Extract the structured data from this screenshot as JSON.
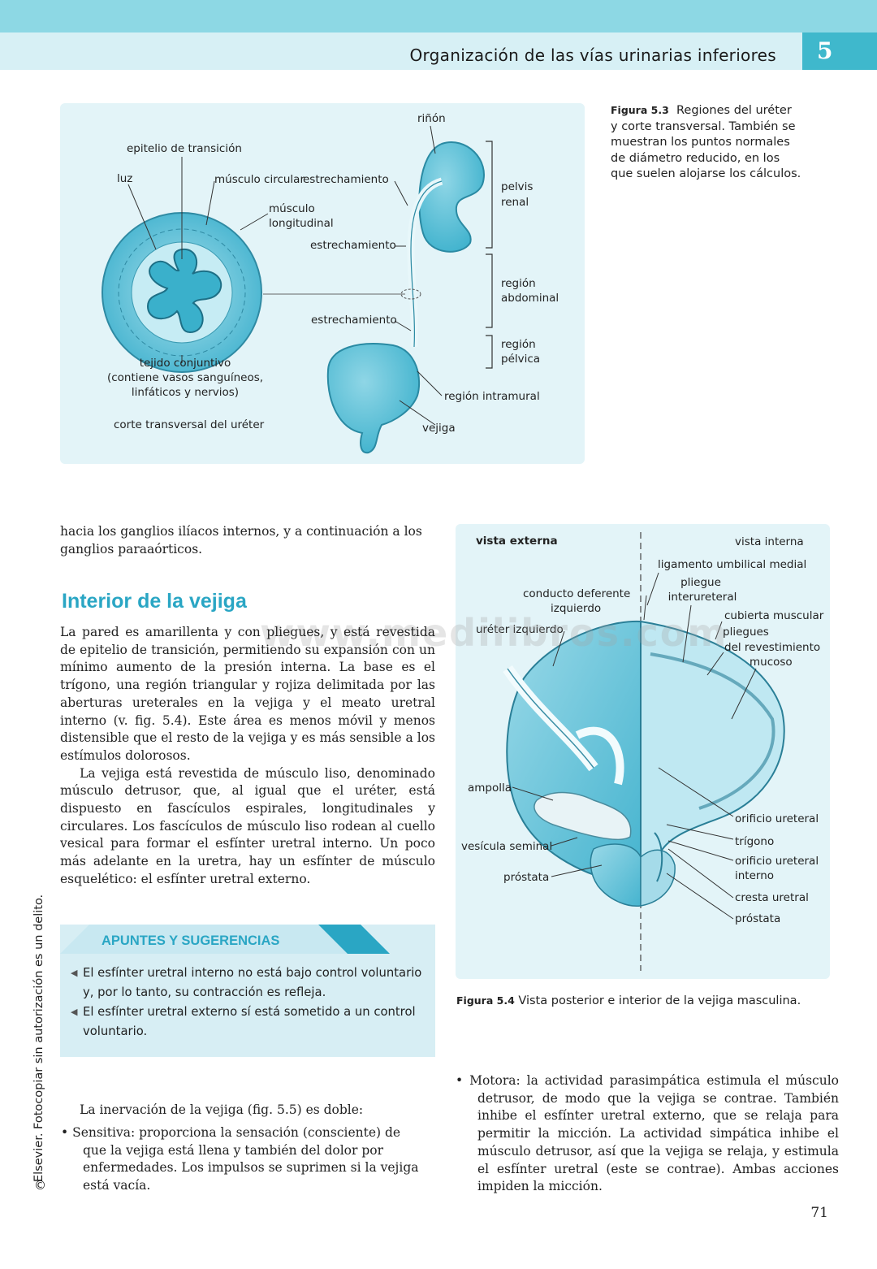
{
  "header": {
    "title": "Organización de las vías urinarias inferiores",
    "chapter": "5"
  },
  "fig53": {
    "labels": {
      "epitelio": "epitelio de transición",
      "luz": "luz",
      "musculo_circular": "músculo circular",
      "estrechamiento_top": "estrechamiento",
      "musculo_longitudinal_1": "músculo",
      "musculo_longitudinal_2": "longitudinal",
      "estrechamiento_mid": "estrechamiento",
      "rinon": "riñón",
      "pelvis_1": "pelvis",
      "pelvis_2": "renal",
      "region_abdominal_1": "región",
      "region_abdominal_2": "abdominal",
      "region_pelvica_1": "región",
      "region_pelvica_2": "pélvica",
      "estrechamiento_low": "estrechamiento",
      "tejido_1": "tejido conjuntivo",
      "tejido_2": "(contiene vasos sanguíneos,",
      "tejido_3": "linfáticos y nervios)",
      "region_intramural": "región intramural",
      "corte": "corte transversal del uréter",
      "vejiga": "vejiga"
    },
    "caption_label": "Figura 5.3",
    "caption_lines": [
      "Regiones del uréter",
      "y corte transversal. También se",
      "muestran los puntos normales",
      "de diámetro reducido, en los",
      "que suelen alojarse los cálculos."
    ]
  },
  "fig54": {
    "labels": {
      "vista_externa": "vista externa",
      "vista_interna": "vista interna",
      "ligamento": "ligamento umbilical medial",
      "pliegue_1": "pliegue",
      "pliegue_2": "interureteral",
      "conducto_1": "conducto deferente",
      "conducto_2": "izquierdo",
      "cubierta": "cubierta muscular",
      "ureter_izq": "uréter izquierdo",
      "pliegues_1": "pliegues",
      "pliegues_2": "del revestimiento",
      "pliegues_3": "mucoso",
      "ampolla": "ampolla",
      "orificio_1": "orificio ureteral",
      "trigono": "trígono",
      "vesicula": "vesícula seminal",
      "orificio_int_1": "orificio ureteral",
      "orificio_int_2": "interno",
      "prostata_left": "próstata",
      "cresta": "cresta uretral",
      "prostata_right": "próstata"
    },
    "caption_label": "Figura 5.4",
    "caption_text": "Vista posterior e interior de la vejiga masculina."
  },
  "watermark": "www.medilibros.com",
  "left_col": {
    "intro_lines": [
      "hacia los ganglios ilíacos internos, y a continuación a los",
      "ganglios paraaórticos."
    ],
    "heading": "Interior de la vejiga",
    "para1": "La pared es amarillenta y con pliegues, y está revestida de epitelio de transición, permitiendo su expansión con un mínimo aumento de la presión interna. La base es el trígono, una región triangular y rojiza delimitada por las aberturas ureterales en la vejiga y el meato uretral interno (v. fig. 5.4). Este área es menos móvil y menos distensible que el resto de la vejiga y es más sensible a los estímulos dolorosos.",
    "para2": "La vejiga está revestida de músculo liso, denominado músculo detrusor, que, al igual que el uréter, está dispuesto en fascículos espirales, longitudinales y circulares. Los fascículos de músculo liso rodean al cuello vesical para formar el esfínter uretral interno. Un poco más adelante en la uretra, hay un esfínter de músculo esquelético: el esfínter uretral externo.",
    "tips_title": "APUNTES Y SUGERENCIAS",
    "tips": [
      "El esfínter uretral interno no está bajo control voluntario y, por lo tanto, su contracción es refleja.",
      "El esfínter uretral externo sí está sometido a un control voluntario."
    ],
    "innervation_intro": "La inervación de la vejiga (fig. 5.5) es doble:",
    "sensitiva": "• Sensitiva: proporciona la sensación (consciente) de que la vejiga está llena y también del dolor por enfermedades. Los impulsos se suprimen si la vejiga está vacía."
  },
  "right_col": {
    "motora": "• Motora: la actividad parasimpática estimula el músculo detrusor, de modo que la vejiga se contrae. También inhibe el esfínter uretral externo, que se relaja para permitir la micción. La actividad simpática inhibe el músculo detrusor, así que la vejiga se relaja, y estimula el esfínter uretral (este se contrae). Ambas acciones impiden la micción."
  },
  "side_note": "Elsevier. Fotocopiar sin autorización es un delito.",
  "copyright_mark": "©",
  "page_number": "71",
  "colors": {
    "accent": "#2aa6c4",
    "organ": "#5cc3d9",
    "panel": "#e3f4f8"
  }
}
